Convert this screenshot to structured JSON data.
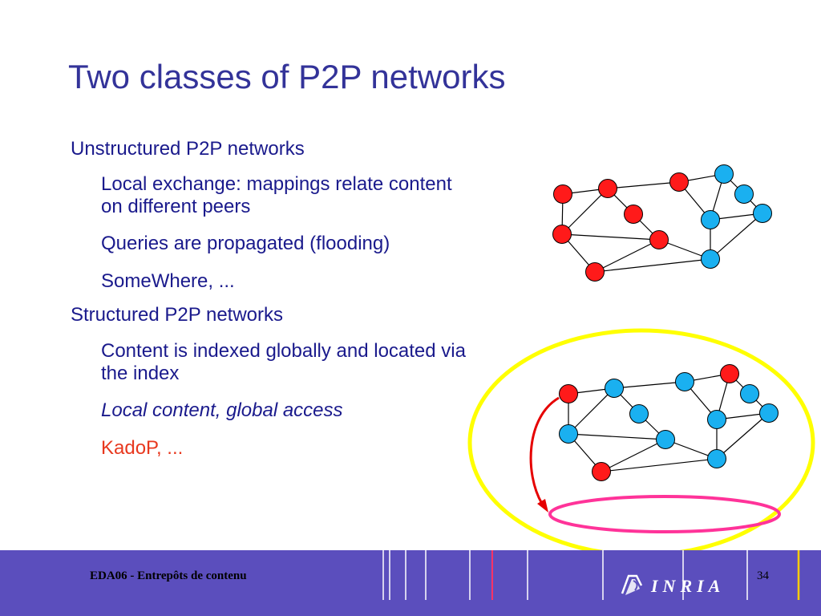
{
  "slide": {
    "title": "Two classes of P2P networks",
    "bullets": [
      {
        "text": "Unstructured P2P networks"
      },
      {
        "text": "Local exchange: mappings relate content on different peers"
      },
      {
        "text": "Queries are propagated (flooding)"
      },
      {
        "text": "SomeWhere, ..."
      },
      {
        "text": "Structured P2P networks"
      },
      {
        "text": "Content is indexed globally and located via the index"
      },
      {
        "text": "Local  content, global access"
      },
      {
        "text": "KadoP, ..."
      }
    ]
  },
  "colors": {
    "title": "#333399",
    "text": "#1a1a8c",
    "highlight": "#e8381e",
    "peer_red": "#ff1a1a",
    "peer_blue": "#1ab0f0",
    "yellow_ellipse": "#ffff00",
    "pink_ellipse": "#ff3399",
    "footer_bg": "#5b4ebd"
  },
  "footer": {
    "course": "EDA06 - Entrepôts de contenu",
    "page_number": "34",
    "logo_text": "INRIA"
  }
}
